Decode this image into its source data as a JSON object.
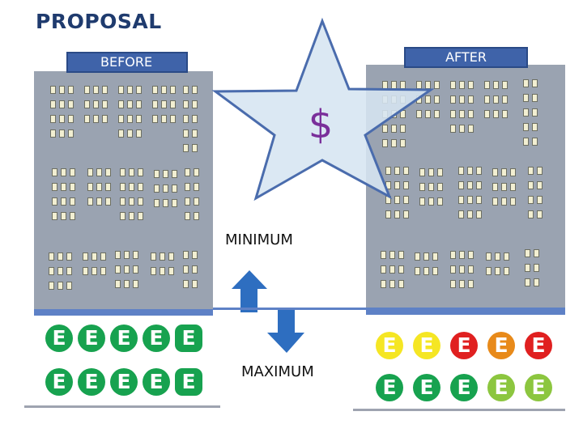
{
  "title": "PROPOSAL",
  "before_label": "BEFORE",
  "after_label": "AFTER",
  "currency_symbol": "$",
  "minimum_label": "MINIMUM",
  "maximum_label": "MAXIMUM",
  "badge_letter": "E",
  "colors": {
    "title": "#1f3b6e",
    "tag": "#3f63a9",
    "building": "#9aa3b1",
    "star_fill": "#d6e5f1",
    "star_stroke": "#4a6cad",
    "dollar": "#7a2f9a",
    "arrow": "#2e6ec0",
    "green_dark": "#17a24f",
    "green_light": "#8cc63f",
    "yellow": "#f5e624",
    "orange": "#e88a1a",
    "red": "#e02020"
  },
  "before_badges": [
    [
      "green_dark",
      "green_dark",
      "green_dark",
      "green_dark",
      "green_dark"
    ],
    [
      "green_dark",
      "green_dark",
      "green_dark",
      "green_dark",
      "green_dark"
    ]
  ],
  "after_badges": [
    [
      "yellow",
      "yellow",
      "red",
      "orange",
      "red"
    ],
    [
      "green_dark",
      "green_dark",
      "green_dark",
      "green_light",
      "green_light"
    ]
  ]
}
